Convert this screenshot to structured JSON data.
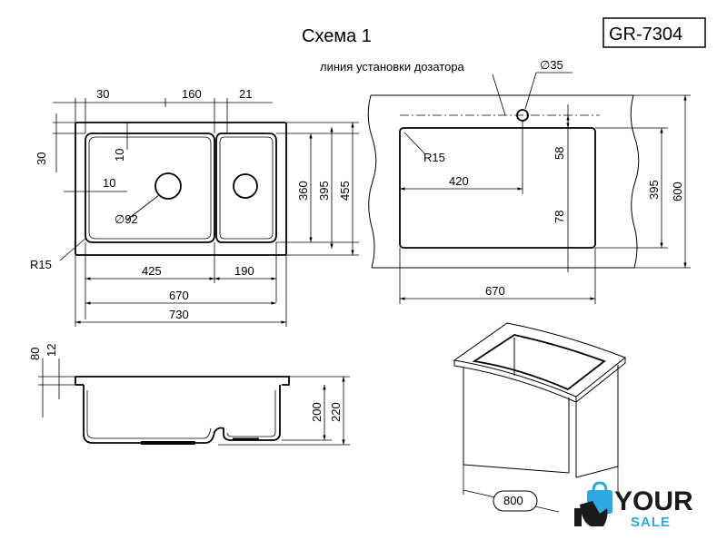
{
  "header": {
    "scheme_title": "Схема 1",
    "model_code": "GR-7304"
  },
  "top_view": {
    "dim_left_margin": "30",
    "dim_partition_offset": "160",
    "dim_partition_width": "21",
    "dim_top_margin": "30",
    "dim_drain_from_top": "10",
    "dim_drain_from_left": "10",
    "drain_diameter": "92",
    "corner_radius": "R15",
    "dim_main_bowl": "425",
    "dim_small_bowl": "190",
    "dim_inner_width": "670",
    "dim_overall_width": "730",
    "dim_bowl_depth": "360",
    "dim_cutout_depth": "395",
    "dim_overall_depth": "455"
  },
  "cutout_view": {
    "dispenser_line_label": "линия установки дозатора",
    "dispenser_hole_diameter": "35",
    "corner_radius": "R15",
    "dim_hole_offset_x": "420",
    "dim_hole_offset_y": "58",
    "dim_hole_bottom": "78",
    "dim_cutout_width": "670",
    "dim_cutout_depth": "395",
    "dim_cabinet_depth": "600"
  },
  "section_view": {
    "dim_rim": "80",
    "dim_flange": "12",
    "dim_bowl_height": "200",
    "dim_total_height": "220"
  },
  "cabinet_view": {
    "dim_cabinet_width": "800"
  },
  "brand": {
    "name": "YOUR",
    "sub": "SALE",
    "accent": "#2ea8e0",
    "icon": "shopping-bag-hand-icon"
  }
}
